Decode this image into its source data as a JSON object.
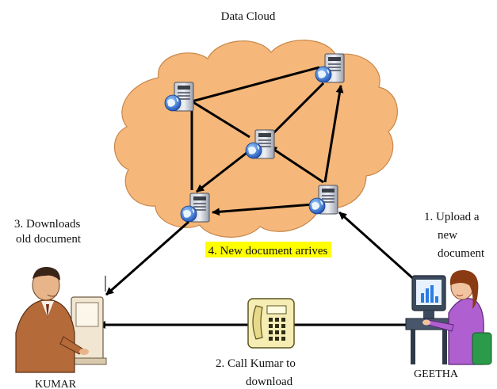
{
  "diagram": {
    "title": "Data Cloud",
    "highlight_color": "#ffff00",
    "cloud_color": "#f5b77a",
    "labels": {
      "downloads_line1": "3. Downloads",
      "downloads_line2": "old document",
      "upload_line1": "1. Upload a",
      "upload_line2": "new",
      "upload_line3": "document",
      "arrives": "4. New document arrives",
      "call_line1": "2. Call Kumar to",
      "call_line2": "download",
      "kumar": "KUMAR",
      "geetha": "GEETHA"
    },
    "icons": {
      "server": "server-globe-icon",
      "phone": "telephone-icon",
      "kumar": "man-at-computer-icon",
      "geetha": "woman-at-computer-icon"
    }
  }
}
